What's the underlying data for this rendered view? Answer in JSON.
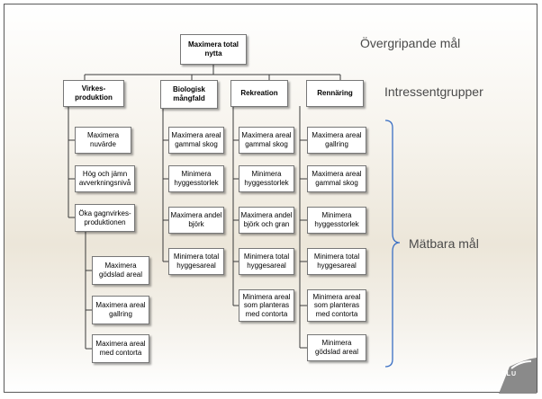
{
  "diagram": {
    "top": "Maximera total nytta",
    "labels": {
      "overall": "Övergripande mål",
      "groups": "Intressentgrupper",
      "measurable": "Mätbara mål"
    },
    "groups": [
      {
        "name": "Virkes-produktion"
      },
      {
        "name": "Biologisk mångfald"
      },
      {
        "name": "Rekreation"
      },
      {
        "name": "Rennäring"
      }
    ],
    "goals": {
      "g1": [
        "Maximera nuvärde",
        "Hög och jämn avverkningsnivå",
        "Öka gagnvirkes-produktionen"
      ],
      "g1_sub": [
        "Maximera gödslad areal",
        "Maximera areal gallring",
        "Maximera areal med contorta"
      ],
      "g2": [
        "Maximera areal gammal skog",
        "Minimera hyggesstorlek",
        "Maximera andel björk",
        "Minimera total hyggesareal"
      ],
      "g3": [
        "Maximera areal gammal skog",
        "Minimera hyggesstorlek",
        "Maximera andel björk och gran",
        "Minimera total hyggesareal",
        "Minimera areal som planteras med contorta"
      ],
      "g4": [
        "Maximera areal gallring",
        "Maximera areal gammal skog",
        "Minimera hyggesstorlek",
        "Minimera total hyggesareal",
        "Minimera areal som planteras med contorta",
        "Minimera gödslad areal"
      ]
    },
    "logo_text": "SLU",
    "colors": {
      "line": "#3a3a3a",
      "brace": "#3a6fc4",
      "logo": "#8a8a8a"
    }
  }
}
